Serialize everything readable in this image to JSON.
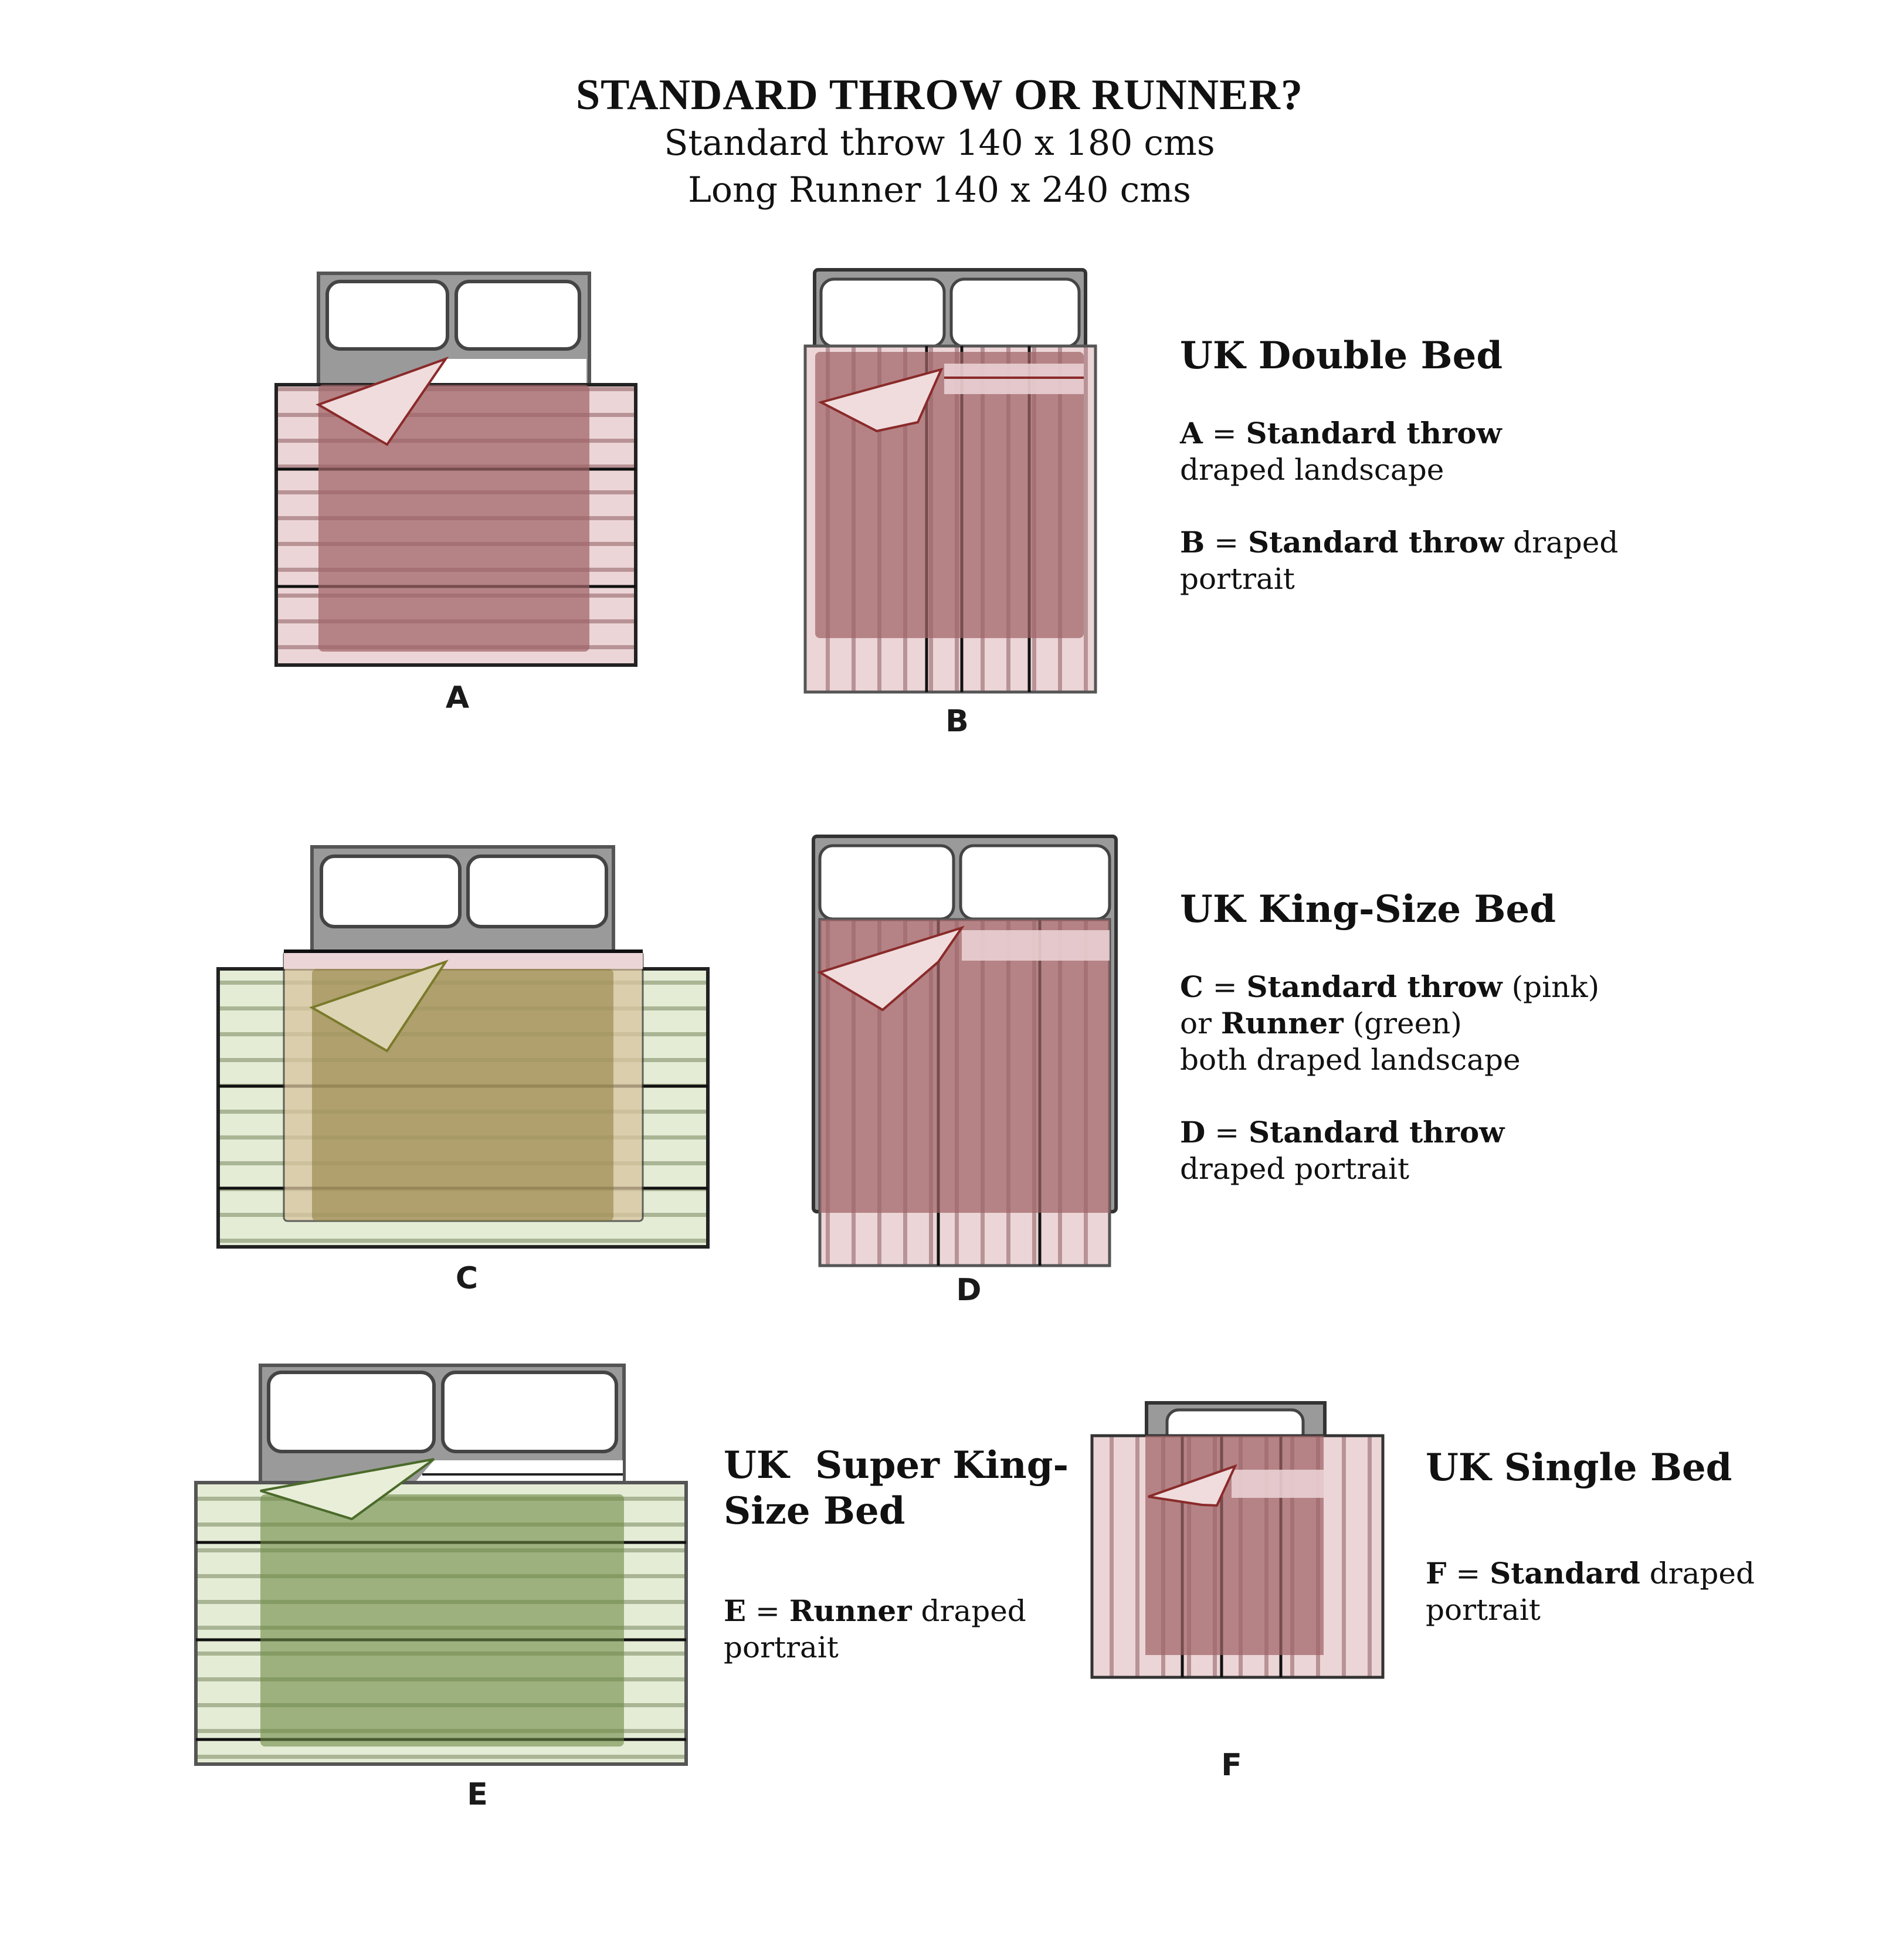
{
  "header": {
    "title": "STANDARD THROW OR RUNNER?",
    "line1": "Standard throw 140 x 180 cms",
    "line2": "Long Runner 140 x 240 cms"
  },
  "colors": {
    "pink_light": "#ecd5d7",
    "pink_stripe": "#c9a4a7",
    "maroon_overlay": "#ad7a7a",
    "maroon_line": "#8a2a2a",
    "green_light": "#e4ecd6",
    "green_stripe": "#bfcaa8",
    "green_dark": "#9aab7c",
    "olive_mix": "#a89a6a",
    "tan_mix": "#ddd4b4",
    "headboard_grey": "#9a9a9a",
    "outline": "#222222"
  },
  "diagrams": {
    "A": {
      "label": "A"
    },
    "B": {
      "label": "B"
    },
    "C": {
      "label": "C"
    },
    "D": {
      "label": "D"
    },
    "E": {
      "label": "E"
    },
    "F": {
      "label": "F"
    }
  },
  "sections": {
    "double": {
      "title": "UK Double Bed",
      "a_key": "A",
      "a_eq": " = ",
      "a_bold": "Standard throw",
      "a_rest": "draped landscape",
      "b_key": "B",
      "b_eq": " = ",
      "b_bold": "Standard throw",
      "b_rest": " draped",
      "b_rest2": "portrait"
    },
    "king": {
      "title": "UK King-Size Bed",
      "c_key": "C",
      "c_eq": " = ",
      "c_bold": "Standard throw",
      "c_rest": " (pink)",
      "c_or": "or ",
      "c_bold2": "Runner",
      "c_rest2": " (green)",
      "c_rest3": "both draped landscape",
      "d_key": "D",
      "d_eq": " = ",
      "d_bold": "Standard throw",
      "d_rest": "draped portrait"
    },
    "superking": {
      "title_line1": "UK  Super King-",
      "title_line2": "Size Bed",
      "e_key": "E",
      "e_eq": " = ",
      "e_bold": "Runner",
      "e_rest": " draped",
      "e_rest2": "portrait"
    },
    "single": {
      "title": "UK Single Bed",
      "f_key": "F",
      "f_eq": " = ",
      "f_bold": "Standard",
      "f_rest": " draped",
      "f_rest2": "portrait"
    }
  }
}
